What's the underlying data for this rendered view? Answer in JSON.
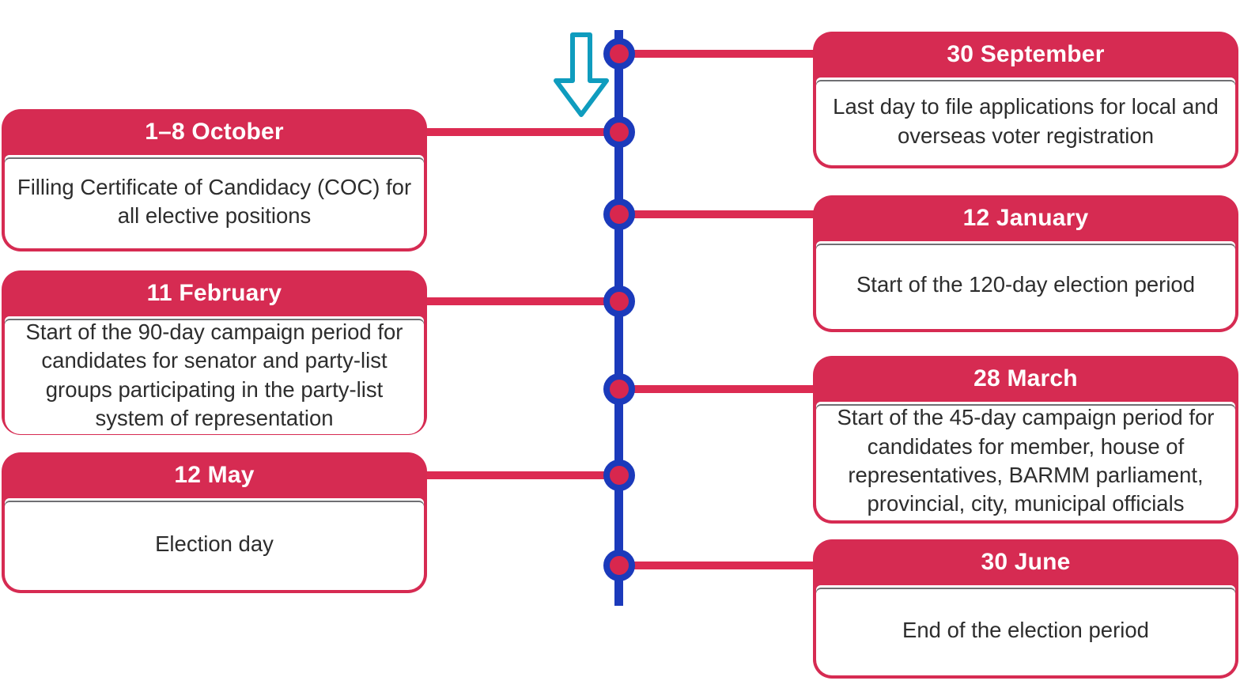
{
  "palette": {
    "timeline_blue": "#1b3abb",
    "crimson": "#d62b52",
    "connector_crimson": "#dc2b52",
    "dot_core": "#d8274e",
    "arrow_teal": "#0f9cbe",
    "body_text": "#2d2d2d",
    "header_text": "#ffffff"
  },
  "icons": {
    "down_arrow": "outlined downward arrow marking the start of the timeline"
  },
  "timeline": {
    "events": [
      {
        "side": "right",
        "date": "30 September",
        "description": "Last day to file applications for local and overseas voter registration"
      },
      {
        "side": "left",
        "date": "1–8 October",
        "description": "Filling Certificate of Candidacy (COC) for all elective positions"
      },
      {
        "side": "right",
        "date": "12 January",
        "description": "Start of the 120-day election period"
      },
      {
        "side": "left",
        "date": "11 February",
        "description": "Start of the 90-day campaign period for candidates for senator and party-list groups participating in the party-list system of representation"
      },
      {
        "side": "right",
        "date": "28 March",
        "description": "Start of the 45-day campaign period for candidates for member, house of representatives, BARMM parliament, provincial, city, municipal officials"
      },
      {
        "side": "left",
        "date": "12 May",
        "description": "Election day"
      },
      {
        "side": "right",
        "date": "30 June",
        "description": "End of the election period"
      }
    ]
  }
}
